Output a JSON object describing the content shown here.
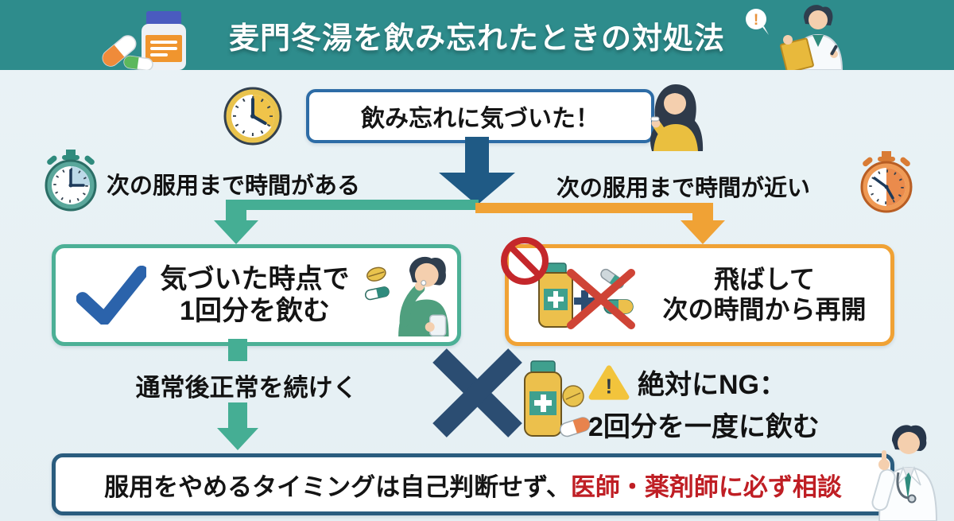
{
  "header": {
    "title": "麦門冬湯を飲み忘れたときの対処法",
    "doctor_bubble_mark": "!"
  },
  "flow": {
    "notice": "飲み忘れに気づいた！",
    "branch_left_label": "次の服用まで時間がある",
    "branch_right_label": "次の服用まで時間が近い",
    "left_box": {
      "line1": "気づいた時点で",
      "line2": "1回分を飲む"
    },
    "right_box": {
      "line1": "飛ばして",
      "line2": "次の時間から再開"
    },
    "continue_label": "通常後正常を続けく",
    "ng": {
      "warning_mark": "!",
      "line1": "絶対にNG：",
      "line2": "2回分を一度に飲む"
    },
    "footer": {
      "normal": "服用をやめるタイミングは自己判断せず、",
      "emphasis": "医師・薬剤師に必ず相談"
    }
  },
  "colors": {
    "header_teal": "#2e8c8c",
    "background": "#e8f1f4",
    "arrow_navy": "#1f5a85",
    "big_x_navy": "#2b4d72",
    "teal_branch": "#45ae94",
    "orange_branch": "#f0a235",
    "notice_border": "#2d6ca6",
    "check_blue": "#2b63ab",
    "footer_border": "#2a5c7e",
    "alert_red": "#c4272b",
    "cross_red": "#cf4436",
    "emphasis_red": "#bf1e24",
    "warning_yellow": "#f2c43c"
  },
  "icons": {
    "header_left": "pill-bottle-and-capsules-icon",
    "header_right": "doctor-with-clipboard-illustration",
    "notice_left": "clock-icon",
    "notice_right": "woman-taking-pill-illustration",
    "branch_left": "stopwatch-teal-icon",
    "branch_right": "stopwatch-orange-icon",
    "left_box": "checkmark-icon",
    "left_box_person": "man-drinking-medicine-illustration",
    "right_box_corner": "prohibition-icon",
    "right_box_left": "crossed-out-medicine-icon",
    "center": "big-x-icon",
    "ng_left": "medicine-bottle-pills-icon",
    "ng_warning": "warning-triangle-icon",
    "footer_right": "doctor-pointing-illustration"
  }
}
